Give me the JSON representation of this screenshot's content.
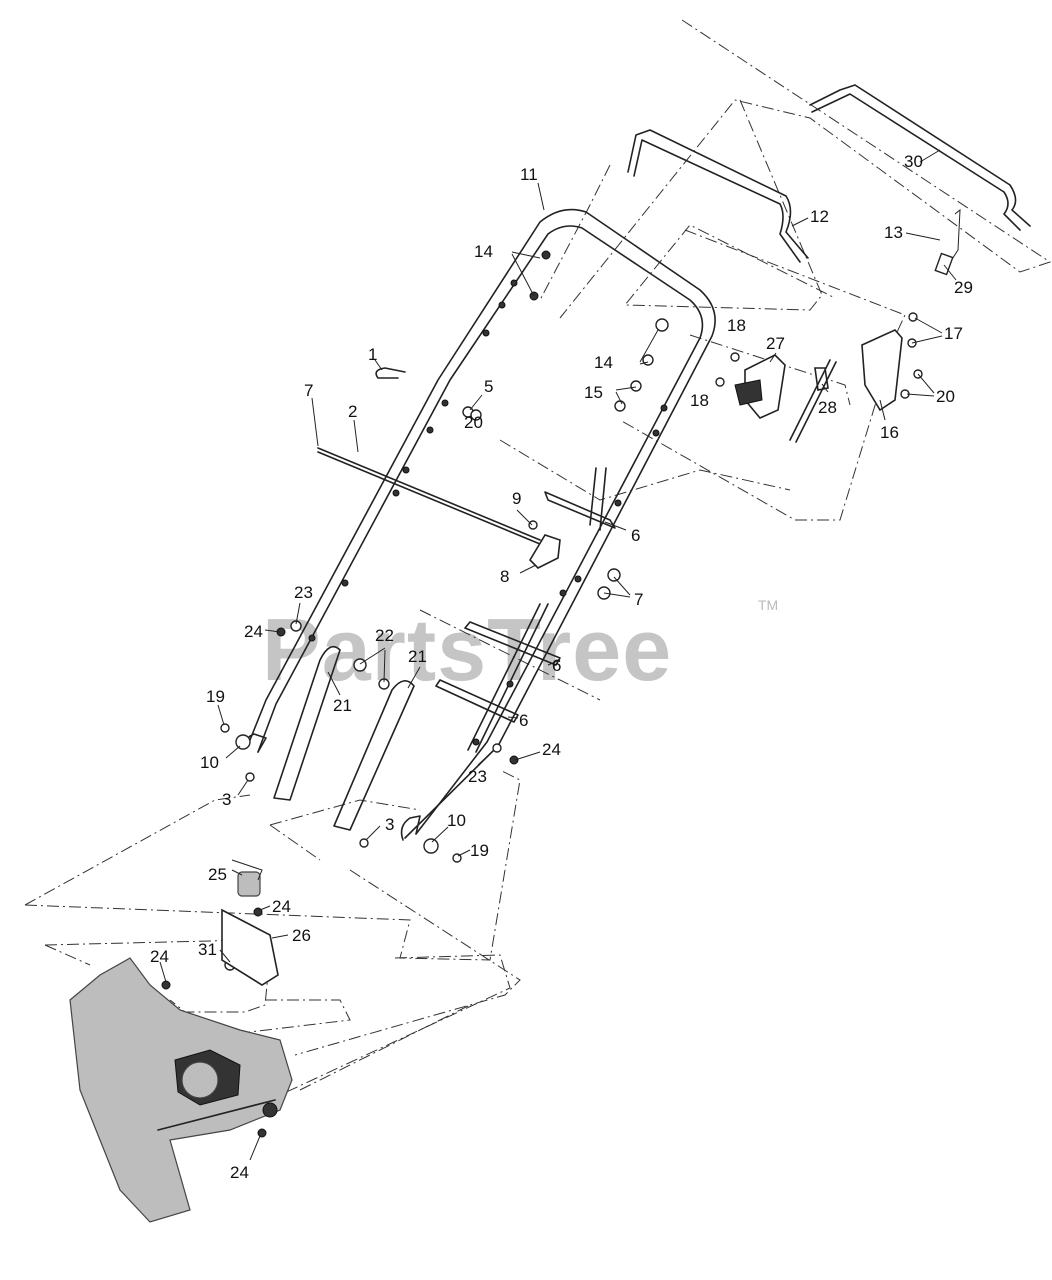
{
  "watermark": {
    "text": "PartsTree",
    "trademark": "TM"
  },
  "callouts": [
    {
      "id": "c1",
      "text": "1"
    },
    {
      "id": "c2",
      "text": "2"
    },
    {
      "id": "c3a",
      "text": "3"
    },
    {
      "id": "c3b",
      "text": "3"
    },
    {
      "id": "c5",
      "text": "5"
    },
    {
      "id": "c6a",
      "text": "6"
    },
    {
      "id": "c6b",
      "text": "6"
    },
    {
      "id": "c6c",
      "text": "6"
    },
    {
      "id": "c7a",
      "text": "7"
    },
    {
      "id": "c7b",
      "text": "7"
    },
    {
      "id": "c8",
      "text": "8"
    },
    {
      "id": "c9",
      "text": "9"
    },
    {
      "id": "c10a",
      "text": "10"
    },
    {
      "id": "c10b",
      "text": "10"
    },
    {
      "id": "c11",
      "text": "11"
    },
    {
      "id": "c12",
      "text": "12"
    },
    {
      "id": "c13",
      "text": "13"
    },
    {
      "id": "c14a",
      "text": "14"
    },
    {
      "id": "c14b",
      "text": "14"
    },
    {
      "id": "c15",
      "text": "15"
    },
    {
      "id": "c16",
      "text": "16"
    },
    {
      "id": "c17",
      "text": "17"
    },
    {
      "id": "c18a",
      "text": "18"
    },
    {
      "id": "c18b",
      "text": "18"
    },
    {
      "id": "c19a",
      "text": "19"
    },
    {
      "id": "c19b",
      "text": "19"
    },
    {
      "id": "c20a",
      "text": "20"
    },
    {
      "id": "c20b",
      "text": "20"
    },
    {
      "id": "c21a",
      "text": "21"
    },
    {
      "id": "c21b",
      "text": "21"
    },
    {
      "id": "c22",
      "text": "22"
    },
    {
      "id": "c23a",
      "text": "23"
    },
    {
      "id": "c23b",
      "text": "23"
    },
    {
      "id": "c24a",
      "text": "24"
    },
    {
      "id": "c24b",
      "text": "24"
    },
    {
      "id": "c24c",
      "text": "24"
    },
    {
      "id": "c24d",
      "text": "24"
    },
    {
      "id": "c24e",
      "text": "24"
    },
    {
      "id": "c25",
      "text": "25"
    },
    {
      "id": "c26",
      "text": "26"
    },
    {
      "id": "c27",
      "text": "27"
    },
    {
      "id": "c28",
      "text": "28"
    },
    {
      "id": "c29",
      "text": "29"
    },
    {
      "id": "c30",
      "text": "30"
    },
    {
      "id": "c31",
      "text": "31"
    }
  ]
}
